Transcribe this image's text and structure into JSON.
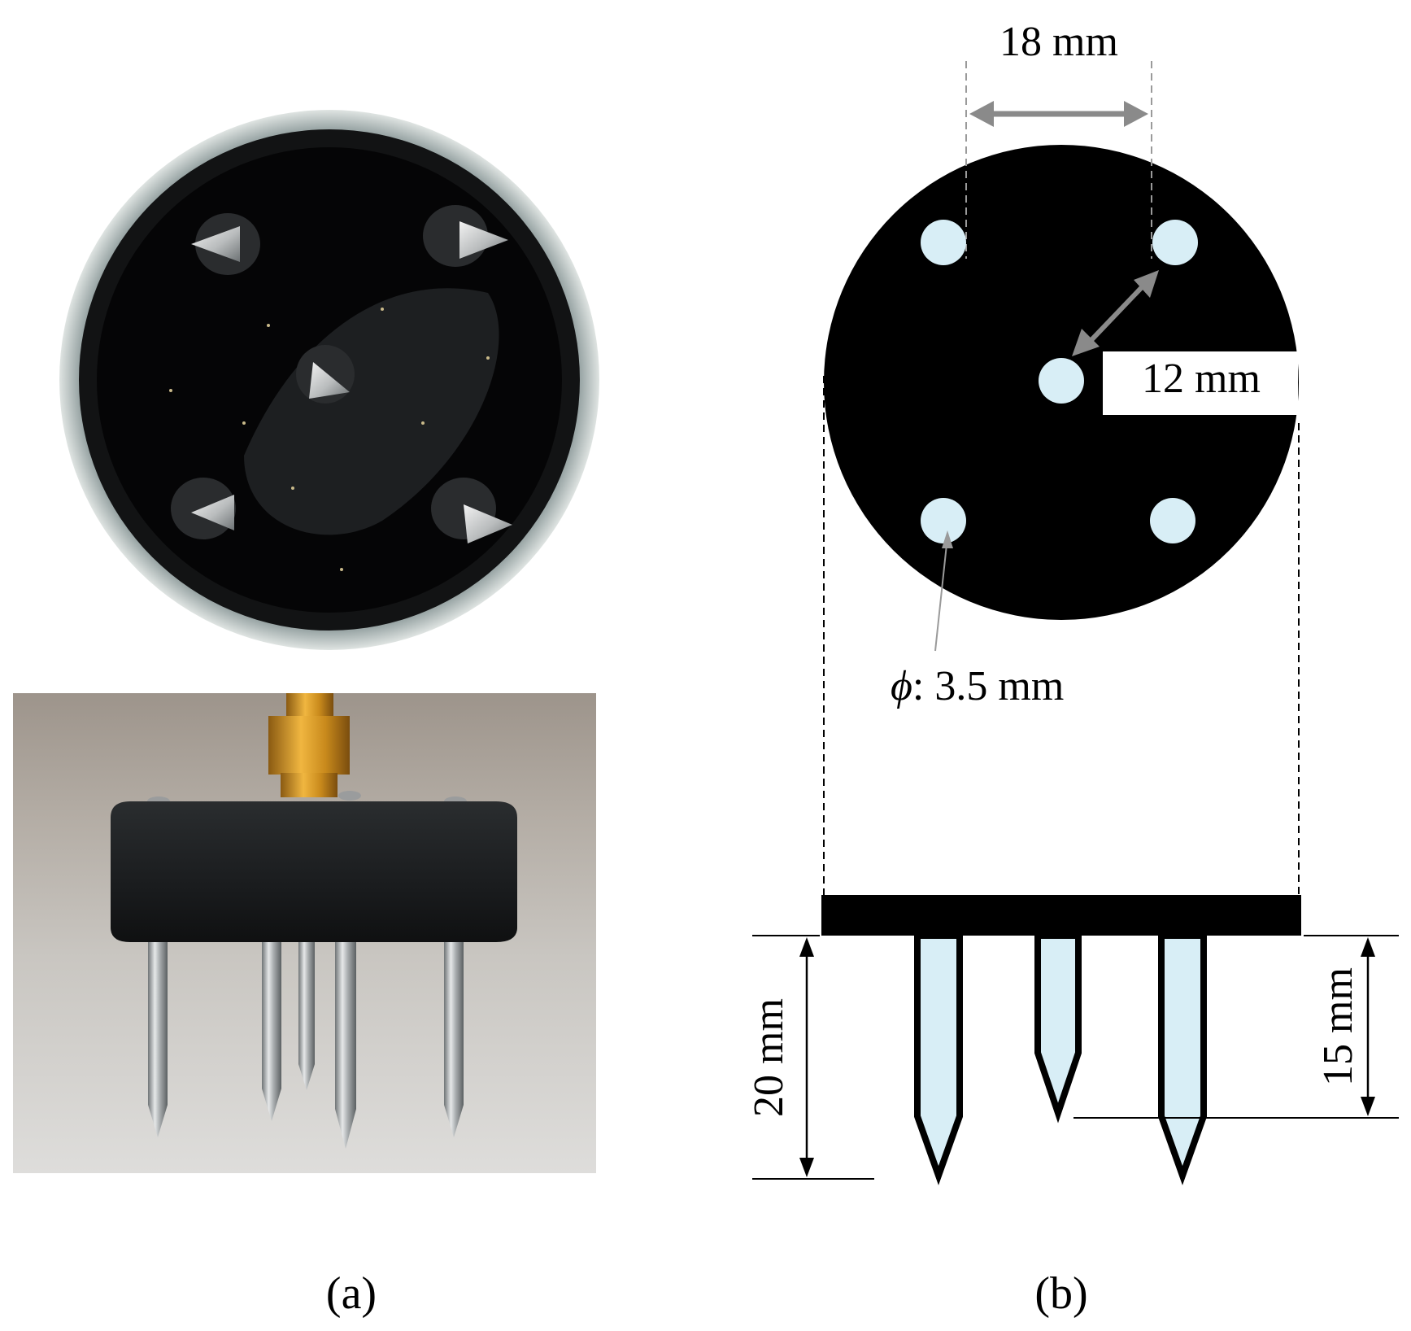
{
  "panels": {
    "a": {
      "caption": "(a)"
    },
    "b": {
      "caption": "(b)"
    }
  },
  "dimensions": {
    "pin_spacing": "18 mm",
    "diagonal_spacing": "12 mm",
    "pin_diameter_symbol": "ϕ",
    "pin_diameter_value": ": 3.5 mm",
    "long_pin_length": "20 mm",
    "short_pin_length": "15 mm"
  },
  "colors": {
    "probe_body": "#000000",
    "pin_fill": "#d8eef6",
    "dimension_arrow": "#8a8a8a",
    "leader_line": "#9a9a9a"
  }
}
